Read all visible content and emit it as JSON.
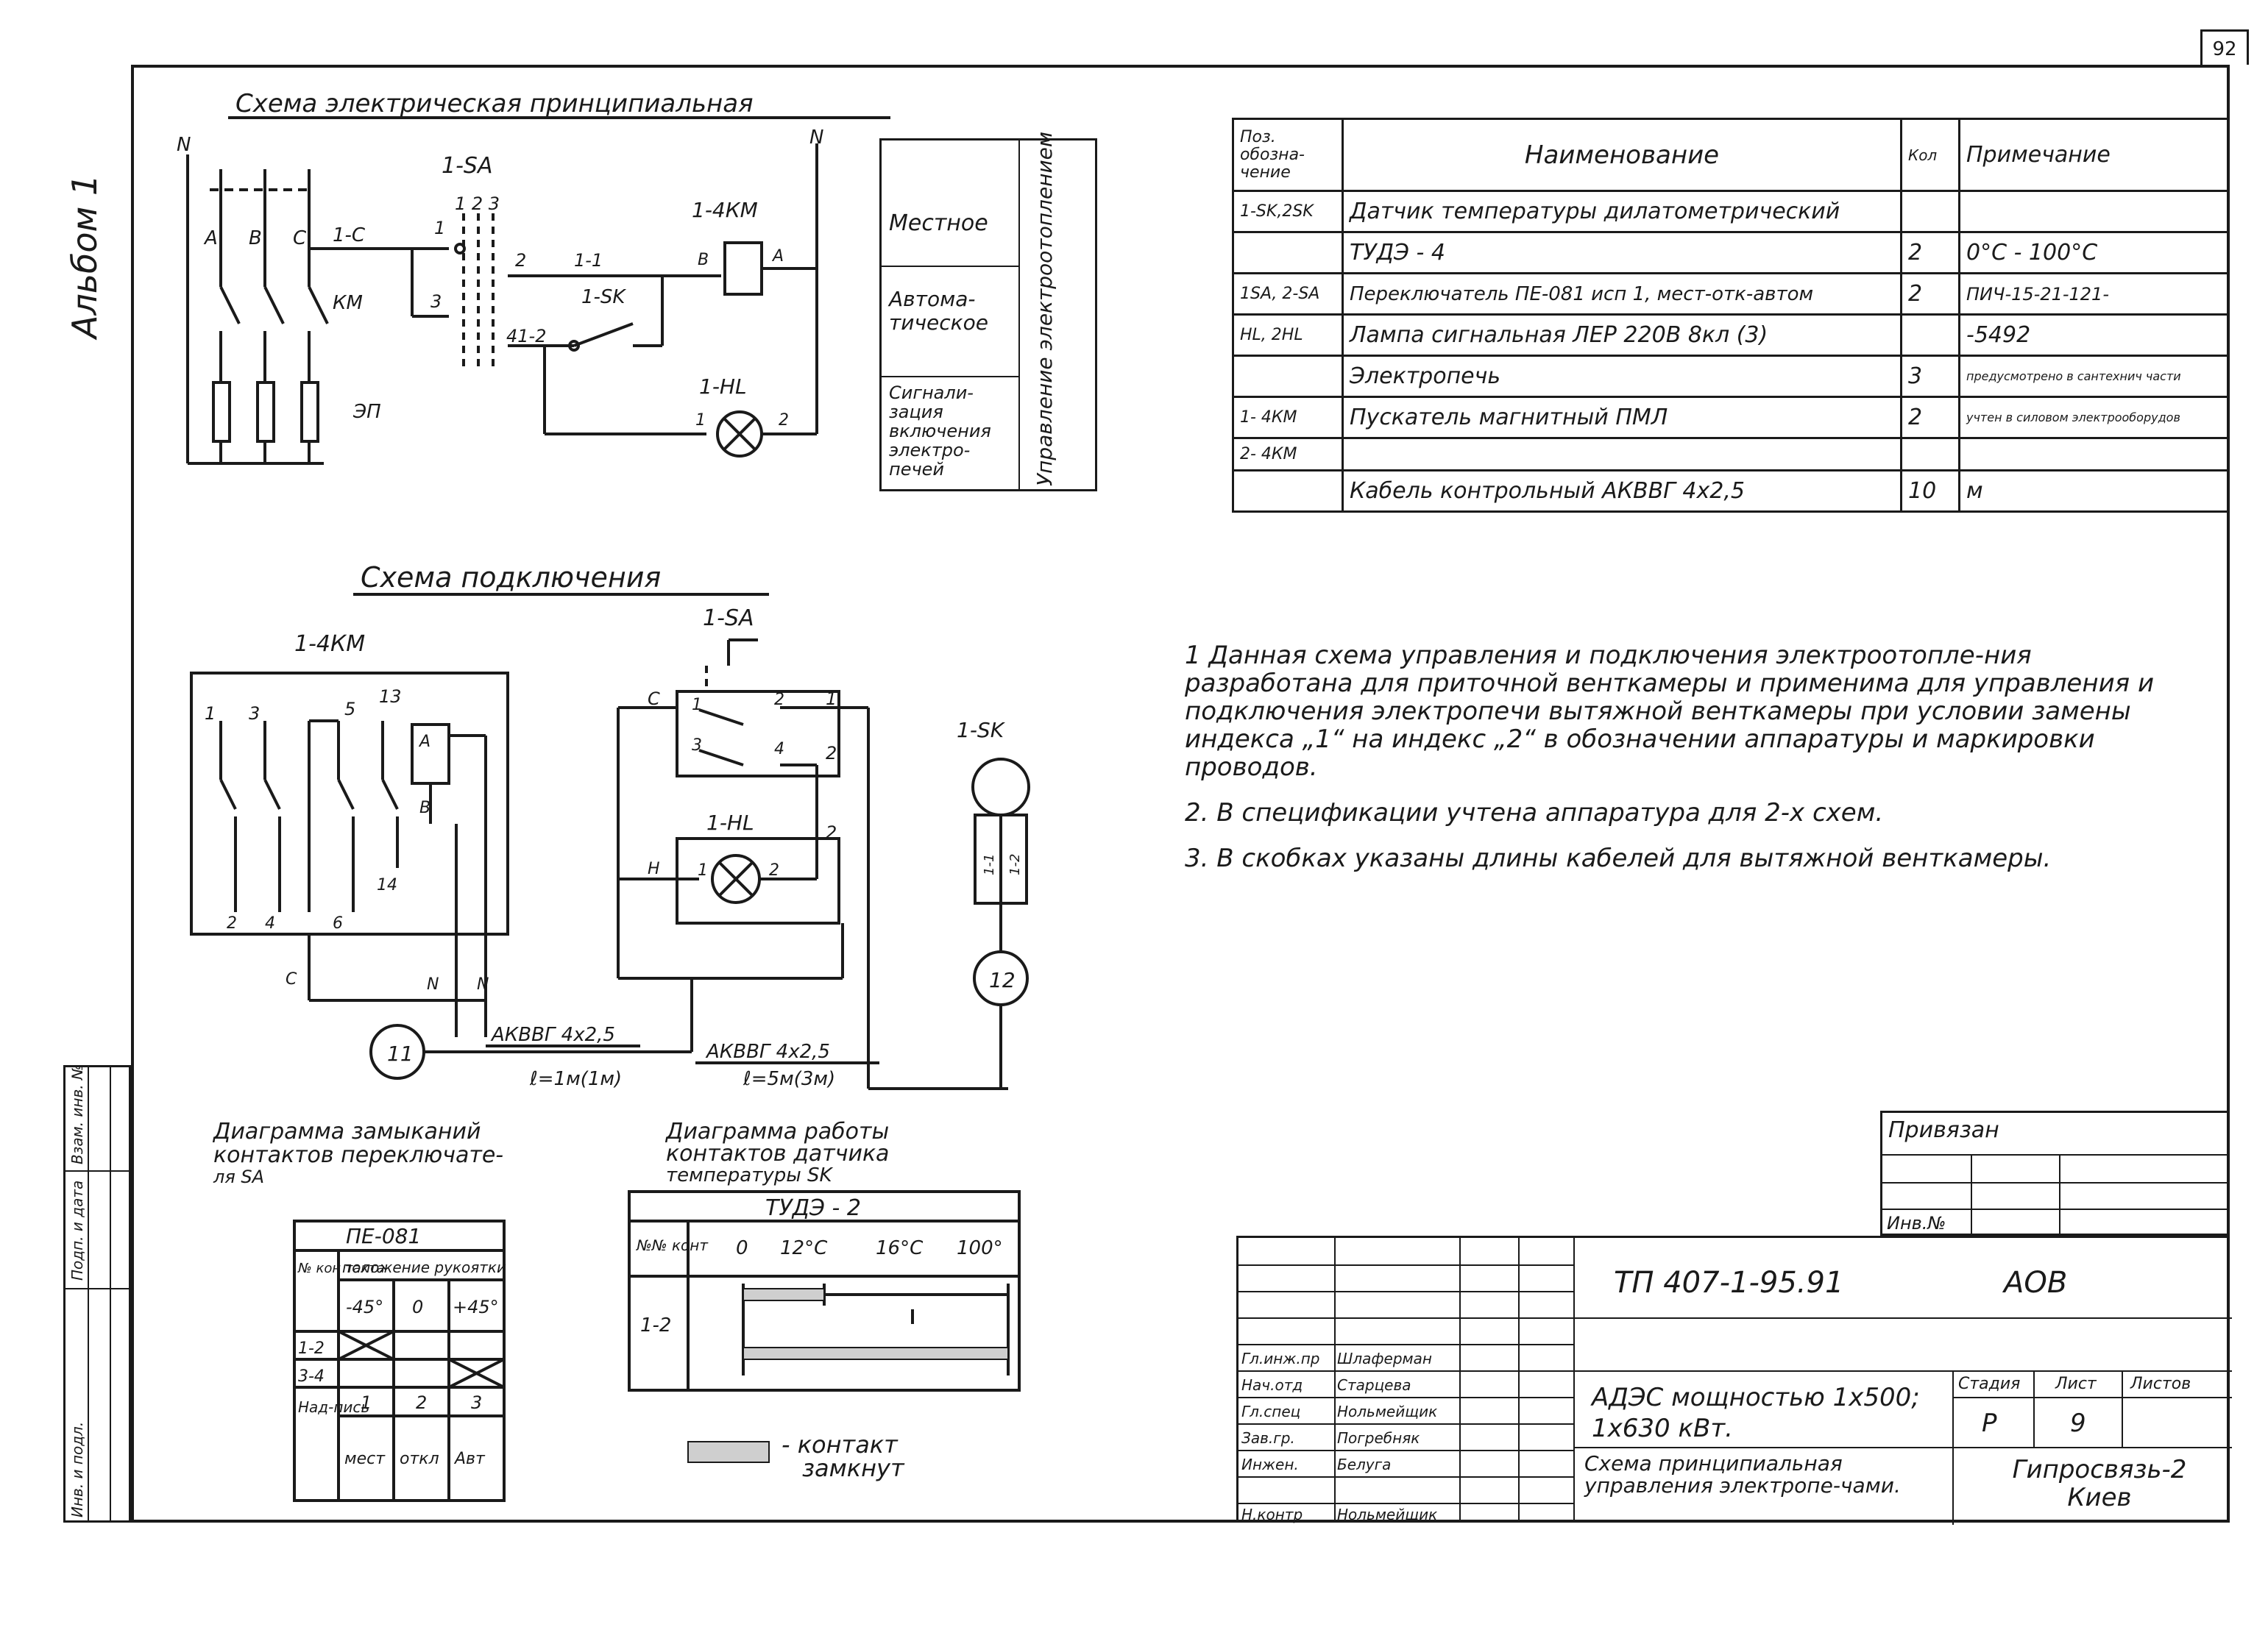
{
  "sheet_number": "92",
  "album_label": "Альбом 1",
  "side_labels": [
    "Инв. и подл.",
    "Подп. и дата",
    "Взам. инв. №"
  ],
  "schematic": {
    "title": "Схема электрическая принципиальная",
    "labels": {
      "N_left": "N",
      "N_right": "N",
      "sa": "1-SA",
      "sa_contacts": "1 2 3",
      "phase_a": "А",
      "phase_b": "В",
      "phase_c": "С",
      "wire_1c": "1-С",
      "km": "КМ",
      "ep": "ЭП",
      "t1": "1",
      "t3": "3",
      "t2": "2",
      "wire_11": "1-1",
      "km_coil": "1-4КМ",
      "coil_b": "В",
      "coil_a": "А",
      "sk": "1-SK",
      "wire_412": "41-2",
      "hl": "1-HL",
      "hl1": "1",
      "hl2": "2"
    },
    "side_table": {
      "rows": [
        "Местное",
        "Автома-тическое",
        "Сигнали-зация включения электро-печей"
      ],
      "vertical": "Управление электроотоплением"
    }
  },
  "spec_table": {
    "headers": [
      "Поз. обозна-чение",
      "Наименование",
      "Кол",
      "Примечание"
    ],
    "rows": [
      [
        "1-SK,2SK",
        "Датчик температуры дилатометрический",
        "",
        ""
      ],
      [
        "",
        "ТУДЭ - 4",
        "2",
        "0°С - 100°С"
      ],
      [
        "1SA, 2-SA",
        "Переключатель ПЕ-081 исп 1, мест-отк-автом",
        "2",
        "ПИЧ-15-21-121-"
      ],
      [
        "HL, 2HL",
        "Лампа сигнальная ЛЕР 220В 8кл (3)",
        "",
        "-5492"
      ],
      [
        "",
        "Электропечь",
        "3",
        "предусмотрено в сантехнич части"
      ],
      [
        "1- 4КМ",
        "Пускатель магнитный ПМЛ",
        "2",
        "учтен в силовом электрооборудов"
      ],
      [
        "2- 4КМ",
        "",
        "",
        ""
      ],
      [
        "",
        "Кабель контрольный АКВВГ 4х2,5",
        "10",
        "м"
      ]
    ]
  },
  "connection": {
    "title": "Схема подключения",
    "km_label": "1-4КМ",
    "km_top": [
      "1",
      "3",
      "5",
      "13"
    ],
    "km_bottom": [
      "2",
      "4",
      "6",
      "14"
    ],
    "coil_a": "А",
    "coil_b": "В",
    "sa_label": "1-SA",
    "sa_c": "С",
    "sa_1": "1",
    "sa_2": "2",
    "sa_3": "3",
    "sa_4": "4",
    "out_1": "1",
    "out_2": "2",
    "out_2b": "2",
    "hl_label": "1-HL",
    "hl_n": "Н",
    "hl_1": "1",
    "hl_2": "2",
    "sk_label": "1-SK",
    "sk_1": "1-1",
    "sk_2": "1-2",
    "c_label": "С",
    "n1": "N",
    "n2": "N",
    "cable_11": "11",
    "cable_12": "12",
    "cable1_type": "АКВВГ 4х2,5",
    "cable1_len": "ℓ=1м(1м)",
    "cable2_type": "АКВВГ 4х2,5",
    "cable2_len": "ℓ=5м(3м)"
  },
  "sa_diagram": {
    "title": "Диаграмма замыканий контактов переключате-ля SA",
    "model": "ПЕ-081",
    "h_no": "№ кон такта",
    "h_pos": "положение рукоятки",
    "positions": [
      "-45°",
      "0",
      "+45°"
    ],
    "rows": [
      "1-2",
      "3-4"
    ],
    "caption_row": "Над-пись",
    "captions_num": [
      "1",
      "2",
      "3"
    ],
    "captions": [
      "мест",
      "откл",
      "Авт"
    ]
  },
  "sk_diagram": {
    "title": "Диаграмма работы контактов датчика температуры SK",
    "model": "ТУДЭ - 2",
    "h_no": "№№ конт",
    "ticks": [
      "0",
      "12°С",
      "16°С",
      "100°"
    ],
    "row": "1-2"
  },
  "legend": "- контакт замкнут",
  "notes": [
    "1 Данная схема управления и подключения электроотопле-ния разработана для приточной венткамеры и применима для управления и подключения электропечи вытяжной венткамеры при условии замены индекса „1“ на индекс „2“ в обозначении аппаратуры и маркировки проводов.",
    "2. В спецификации учтена аппаратура для 2-х схем.",
    "3. В скобках указаны длины кабелей для вытяжной венткамеры."
  ],
  "bound_box": {
    "title": "Привязан",
    "inv": "Инв.№"
  },
  "title_block": {
    "doc_code": "ТП 407-1-95.91",
    "sheet_code": "АОВ",
    "roles": [
      "Гл.инж.пр",
      "Нач.отд",
      "Гл.спец",
      "Зав.гр.",
      "Инжен.",
      "Н.контр"
    ],
    "names": [
      "Шлаферман",
      "Старцева",
      "Нольмейщик",
      "Погребняк",
      "Белуга",
      "Нольмейщик"
    ],
    "object": "АДЭС мощностью 1х500; 1х630 кВт.",
    "drawing": "Схема принципиальная управления электропе-чами.",
    "stage_h": "Стадия",
    "sheet_h": "Лист",
    "sheets_h": "Листов",
    "stage": "Р",
    "sheet": "9",
    "org": "Гипросвязь-2 Киев"
  }
}
